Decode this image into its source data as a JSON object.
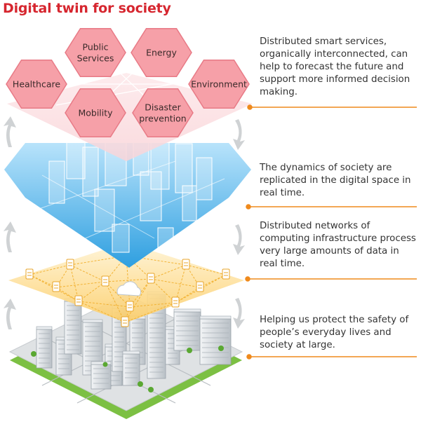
{
  "title": "Digital twin for society",
  "services": [
    {
      "id": "public-services",
      "lines": [
        "Public",
        "Services"
      ]
    },
    {
      "id": "energy",
      "lines": [
        "Energy"
      ]
    },
    {
      "id": "healthcare",
      "lines": [
        "Healthcare"
      ]
    },
    {
      "id": "environment",
      "lines": [
        "Environment"
      ]
    },
    {
      "id": "mobility",
      "lines": [
        "Mobility"
      ]
    },
    {
      "id": "disaster-prevention",
      "lines": [
        "Disaster",
        "prevention"
      ]
    }
  ],
  "descriptions": [
    "Distributed smart services, organically interconnected, can help to forecast the future and support more informed decision making.",
    "The dynamics of society are replicated in the digital space in real time.",
    "Distributed networks of computing infrastructure process very large amounts of data in real time.",
    "Helping us protect the safety of people’s everyday lives and society at large."
  ],
  "colors": {
    "title": "#d6262f",
    "accent_line": "#ef8a1c",
    "hexagon_fill": "#f6a0a8",
    "hexagon_stroke": "#e87a86",
    "service_layer": "#fbe1e4",
    "digital_layer": "#41b0ea",
    "network_layer": "#fcd98a",
    "city_base": "#d9dcde",
    "grass_edge": "#7cc043",
    "cycle_arrow": "#cfd2d4"
  },
  "icons": [
    "server-icon",
    "cloud-icon",
    "cycle-arrow-icon",
    "building-icon"
  ]
}
